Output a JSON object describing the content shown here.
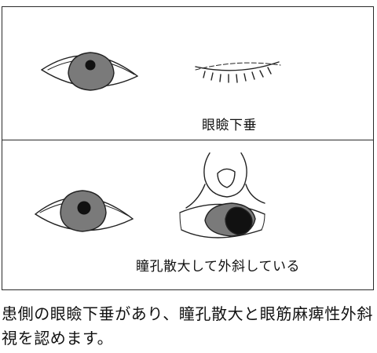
{
  "panels": [
    {
      "label": "眼瞼下垂"
    },
    {
      "label": "瞳孔散大して外斜している"
    }
  ],
  "caption": "患側の眼瞼下垂があり、瞳孔散大と眼筋麻痺性外斜視を認めます。"
}
